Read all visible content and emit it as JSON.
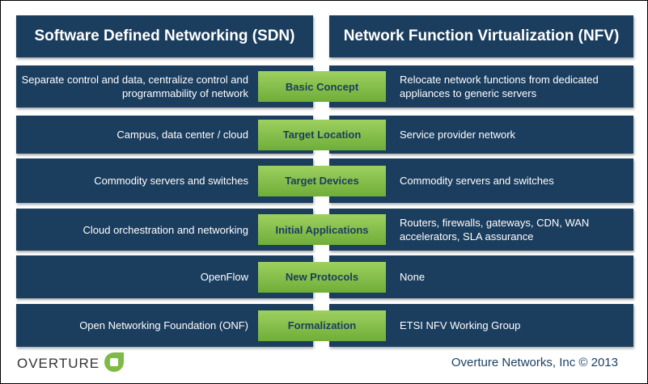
{
  "headers": {
    "left": "Software Defined Networking (SDN)",
    "right": "Network Function Virtualization (NFV)"
  },
  "rows": [
    {
      "sdn": "Separate control and data, centralize control and programmability of network",
      "category": "Basic Concept",
      "nfv": "Relocate network functions from dedicated appliances to generic servers"
    },
    {
      "sdn": "Campus, data center / cloud",
      "category": "Target Location",
      "nfv": "Service provider network"
    },
    {
      "sdn": "Commodity servers and switches",
      "category": "Target Devices",
      "nfv": "Commodity servers and switches"
    },
    {
      "sdn": "Cloud orchestration and networking",
      "category": "Initial Applications",
      "nfv": "Routers, firewalls, gateways, CDN, WAN accelerators, SLA assurance"
    },
    {
      "sdn": "OpenFlow",
      "category": "New Protocols",
      "nfv": "None"
    },
    {
      "sdn": "Open Networking Foundation (ONF)",
      "category": "Formalization",
      "nfv": "ETSI NFV Working Group"
    }
  ],
  "footer": {
    "logo_text": "OVERTURE",
    "logo_icon": "overture-logo-icon",
    "copyright": "Overture Networks, Inc  © 2013"
  },
  "colors": {
    "panel": "#1b3d5e",
    "badge": "#7dbb45",
    "logo_green": "#7dbb45"
  }
}
